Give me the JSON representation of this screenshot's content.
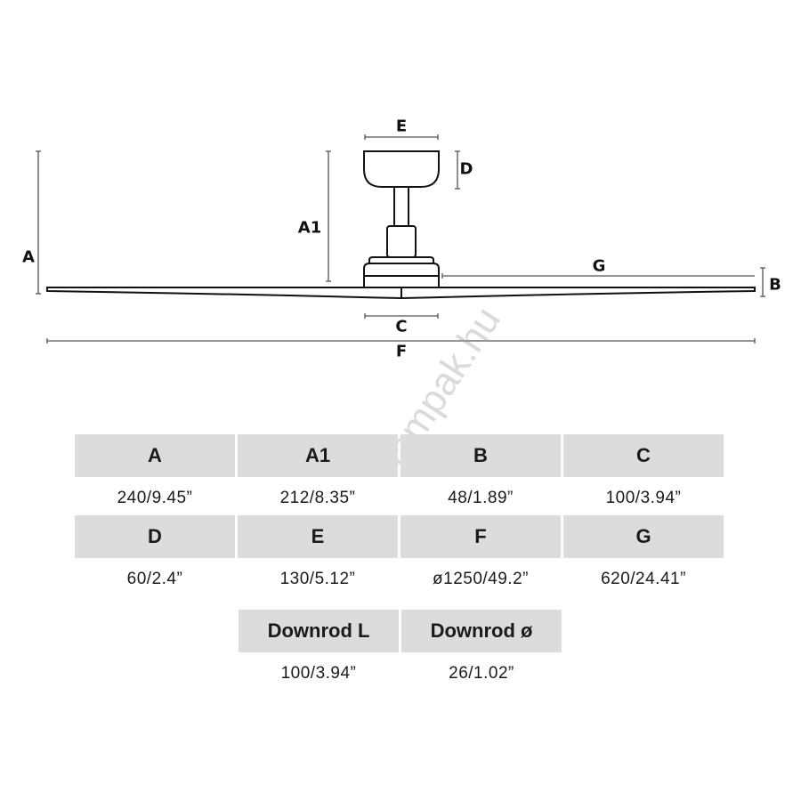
{
  "watermark": "lampak.hu",
  "diagram_labels": {
    "A": "A",
    "A1": "A1",
    "B": "B",
    "C": "C",
    "D": "D",
    "E": "E",
    "F": "F",
    "G": "G"
  },
  "table": [
    {
      "label": "A",
      "value": "240/9.45”"
    },
    {
      "label": "A1",
      "value": "212/8.35”"
    },
    {
      "label": "B",
      "value": "48/1.89”"
    },
    {
      "label": "C",
      "value": "100/3.94”"
    },
    {
      "label": "D",
      "value": "60/2.4”"
    },
    {
      "label": "E",
      "value": "130/5.12”"
    },
    {
      "label": "F",
      "value": "ø1250/49.2”"
    },
    {
      "label": "G",
      "value": "620/24.41”"
    },
    {
      "label": "Downrod L",
      "value": "100/3.94”"
    },
    {
      "label": "Downrod ø",
      "value": "26/1.02”"
    }
  ]
}
